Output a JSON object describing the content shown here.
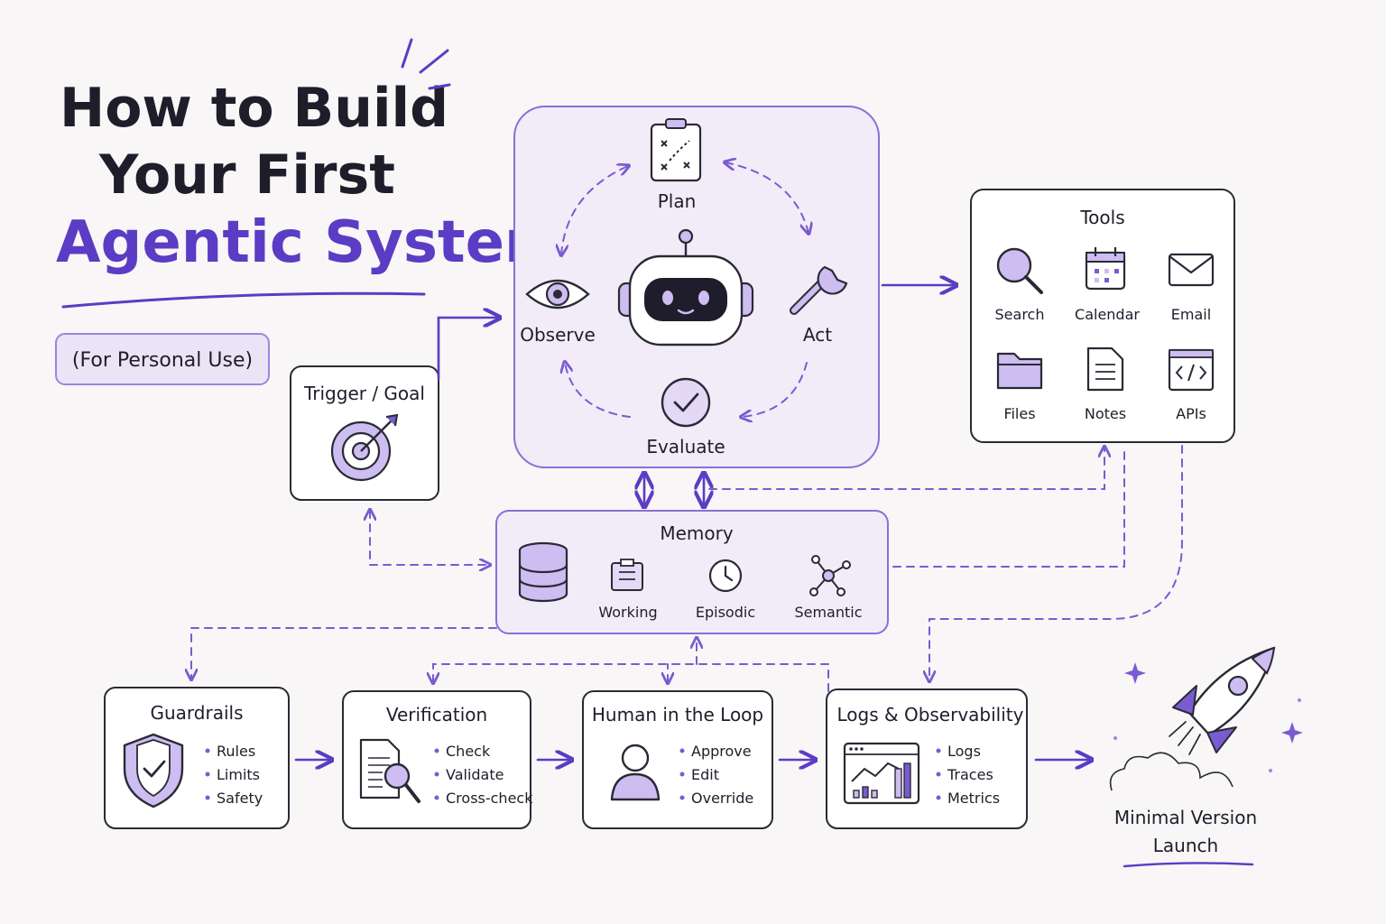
{
  "title": {
    "line1": "How to Build",
    "line2": "Your First",
    "line3": "Agentic System"
  },
  "subtitle": "(For Personal Use)",
  "trigger": {
    "label": "Trigger / Goal"
  },
  "agent_loop": {
    "plan": "Plan",
    "observe": "Observe",
    "act": "Act",
    "evaluate": "Evaluate"
  },
  "tools": {
    "title": "Tools",
    "items": [
      "Search",
      "Calendar",
      "Email",
      "Files",
      "Notes",
      "APIs"
    ]
  },
  "memory": {
    "title": "Memory",
    "items": [
      "Working",
      "Episodic",
      "Semantic"
    ]
  },
  "guardrails": {
    "title": "Guardrails",
    "bullets": [
      "Rules",
      "Limits",
      "Safety"
    ]
  },
  "verification": {
    "title": "Verification",
    "bullets": [
      "Check",
      "Validate",
      "Cross-check"
    ]
  },
  "human": {
    "title": "Human in the Loop",
    "bullets": [
      "Approve",
      "Edit",
      "Override"
    ]
  },
  "logs": {
    "title": "Logs & Observability",
    "bullets": [
      "Logs",
      "Traces",
      "Metrics"
    ]
  },
  "launch": {
    "line1": "Minimal Version",
    "line2": "Launch"
  },
  "colors": {
    "accent": "#5b3cc4",
    "lavender": "#cdbdf0",
    "panel": "#f1ecf8",
    "ink": "#2a2a36",
    "background": "#f8f6f6"
  }
}
